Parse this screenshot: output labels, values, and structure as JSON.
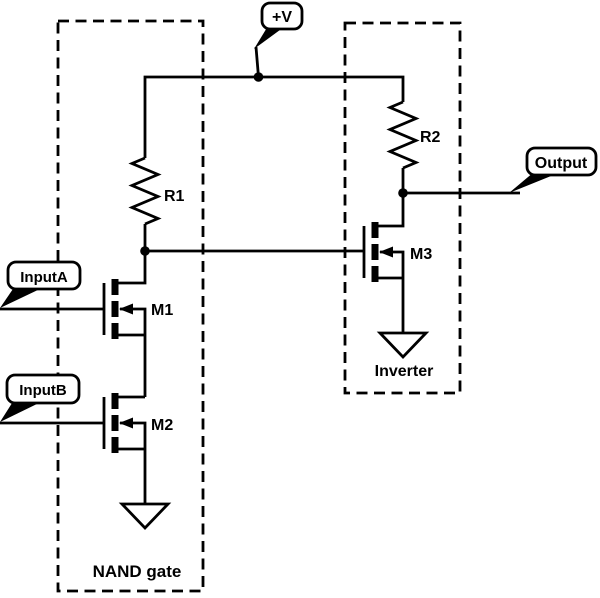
{
  "schematic": {
    "power": {
      "label": "+V"
    },
    "inputs": {
      "a": "InputA",
      "b": "InputB"
    },
    "output": {
      "label": "Output"
    },
    "components": {
      "r1": "R1",
      "r2": "R2",
      "m1": "M1",
      "m2": "M2",
      "m3": "M3"
    },
    "blocks": {
      "nand": "NAND gate",
      "inverter": "Inverter"
    },
    "colors": {
      "ink": "#000000",
      "paper": "#ffffff"
    }
  }
}
